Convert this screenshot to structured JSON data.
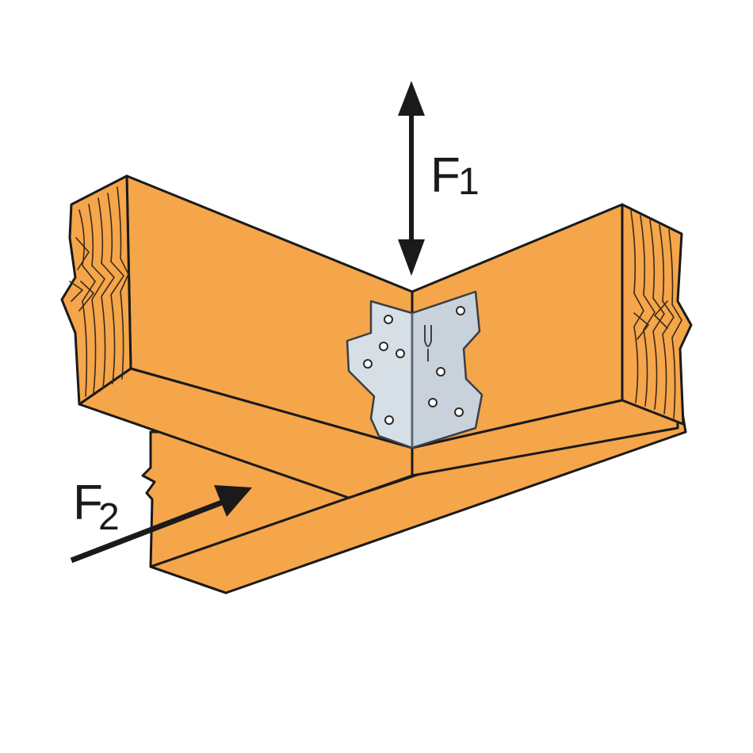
{
  "labels": {
    "f1_main": "F",
    "f1_sub": "1",
    "f2_main": "F",
    "f2_sub": "2"
  },
  "colors": {
    "wood": "#F5A54A",
    "wood_shadow": "#E8963C",
    "outline": "#1a1a1a",
    "grain": "#3a2a18",
    "metal": "#D6DEE6",
    "metal_edge": "#5a6470",
    "arrow": "#1a1a1a",
    "background": "#ffffff"
  },
  "icons": {
    "connector": "framing-angle-connector-icon",
    "f1_arrow": "double-headed-vertical-arrow",
    "f2_arrow": "lateral-force-arrow"
  }
}
